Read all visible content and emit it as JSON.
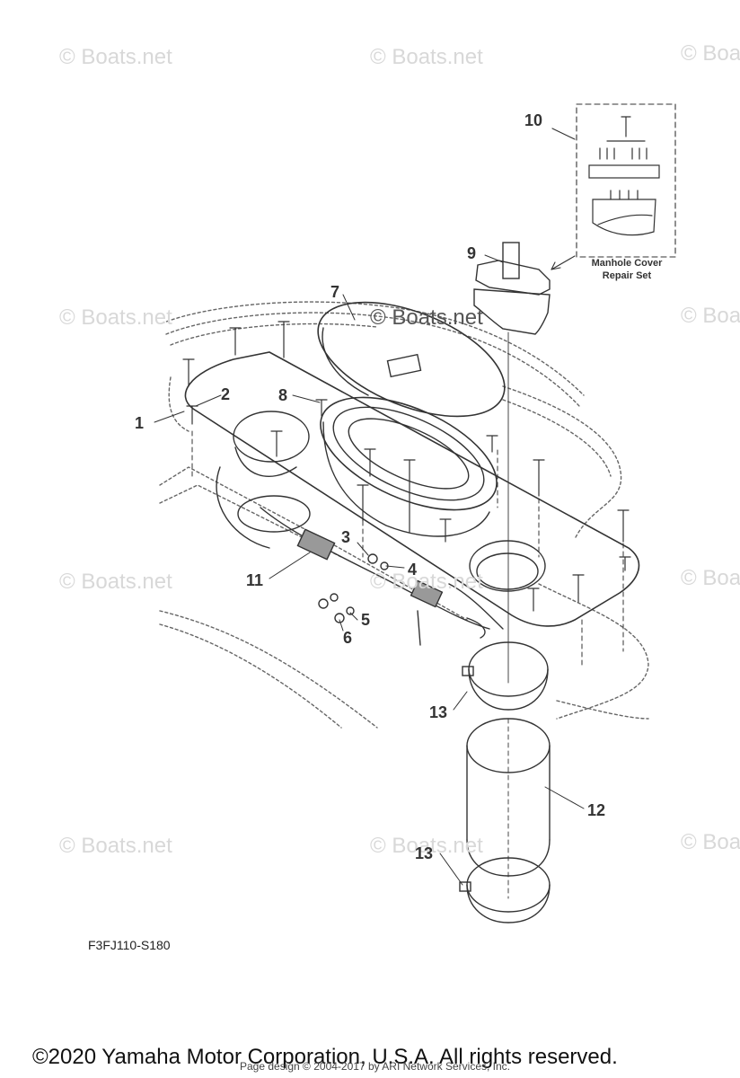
{
  "watermark": "© Boats.net",
  "callouts": [
    {
      "id": "1",
      "text": "1"
    },
    {
      "id": "2",
      "text": "2"
    },
    {
      "id": "3",
      "text": "3"
    },
    {
      "id": "4",
      "text": "4"
    },
    {
      "id": "5",
      "text": "5"
    },
    {
      "id": "6",
      "text": "6"
    },
    {
      "id": "7",
      "text": "7"
    },
    {
      "id": "8",
      "text": "8"
    },
    {
      "id": "9",
      "text": "9"
    },
    {
      "id": "10",
      "text": "10"
    },
    {
      "id": "11",
      "text": "11"
    },
    {
      "id": "12",
      "text": "12"
    },
    {
      "id": "13a",
      "text": "13"
    },
    {
      "id": "13b",
      "text": "13"
    }
  ],
  "repair_set": {
    "line1": "Manhole Cover",
    "line2": "Repair Set"
  },
  "diagram_code": "F3FJ110-S180",
  "copyright": "©2020 Yamaha Motor Corporation, U.S.A. All rights reserved.",
  "page_design": "Page design © 2004-2017 by ARI Network Services, Inc.",
  "colors": {
    "line": "#333333",
    "watermark": "#d8d8d8"
  }
}
